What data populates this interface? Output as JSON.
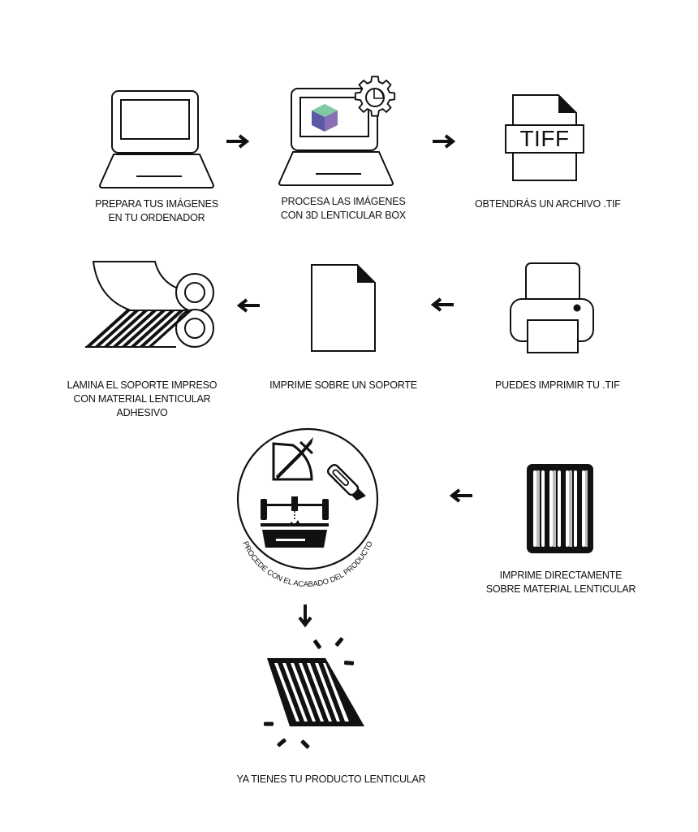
{
  "steps": [
    {
      "id": "prepare",
      "lines": [
        "PREPARA TUS IMÁGENES",
        "EN TU ORDENADOR"
      ]
    },
    {
      "id": "process",
      "lines": [
        "PROCESA LAS IMÁGENES",
        "CON 3D LENTICULAR BOX"
      ]
    },
    {
      "id": "tif-file",
      "lines": [
        "OBTENDRÁS UN ARCHIVO .tif"
      ],
      "icon_text": "TIFF"
    },
    {
      "id": "print-tif",
      "lines": [
        "PUEDES IMPRIMIR TU .tif"
      ]
    },
    {
      "id": "print-support",
      "lines": [
        "IMPRIME SOBRE UN SOPORTE"
      ]
    },
    {
      "id": "laminate",
      "lines": [
        "LAMINA EL SOPORTE IMPRESO",
        "CON MATERIAL LENTICULAR",
        "ADHESIVO"
      ]
    },
    {
      "id": "print-lenticular",
      "lines": [
        "IMPRIME DIRECTAMENTE",
        "SOBRE MATERIAL LENTICULAR"
      ]
    },
    {
      "id": "finish",
      "arc_text": "PROCEDE CON EL ACABADO DEL PRODUCTO"
    },
    {
      "id": "result",
      "lines": [
        "YA TIENES TU PRODUCTO LENTICULAR"
      ]
    }
  ],
  "icons": {
    "laptop": "laptop-icon",
    "laptop_gear": "laptop-with-gear-icon",
    "cube": "3d-cube-logo-icon",
    "file": "tiff-file-icon",
    "printer": "printer-icon",
    "sheet": "blank-sheet-icon",
    "laminator": "laminator-rollers-icon",
    "lenticular": "lenticular-sheet-icon",
    "tools": "finishing-tools-icon",
    "product": "lenticular-product-icon"
  },
  "colors": {
    "ink": "#111111",
    "cube_top": "#7fc9a4",
    "cube_left": "#5a5aa8",
    "cube_right": "#8b6fb5",
    "stripe_grey": "#bdbdbd"
  }
}
